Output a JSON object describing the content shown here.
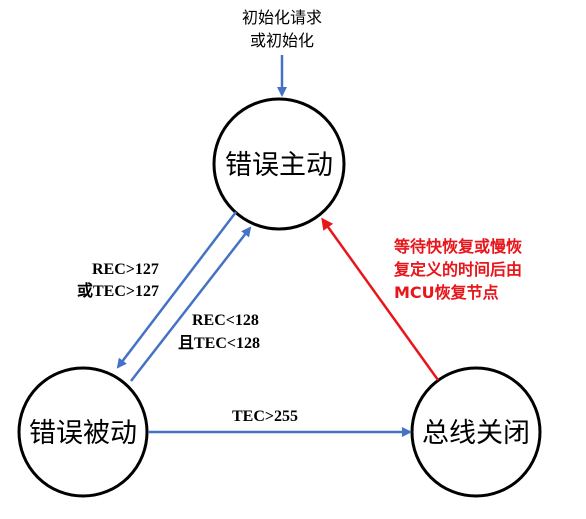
{
  "entry_note": {
    "line1": "初始化请求",
    "line2": "或初始化"
  },
  "states": {
    "error_active": "错误主动",
    "error_passive": "错误被动",
    "bus_off": "总线关闭"
  },
  "transitions": {
    "active_to_passive": {
      "line1": "REC>127",
      "line2": "或TEC>127"
    },
    "passive_to_active": {
      "line1": "REC<128",
      "line2": "且TEC<128"
    },
    "passive_to_busoff": {
      "line1": "TEC>255"
    },
    "busoff_to_active": {
      "line1": "等待快恢复或慢恢",
      "line2": "复定义的时间后由",
      "line3": "MCU恢复节点"
    }
  },
  "colors": {
    "blue_arrow": "#4472C4",
    "red_arrow": "#E8161B",
    "red_text": "#E8161B",
    "circle_stroke": "#000000"
  }
}
